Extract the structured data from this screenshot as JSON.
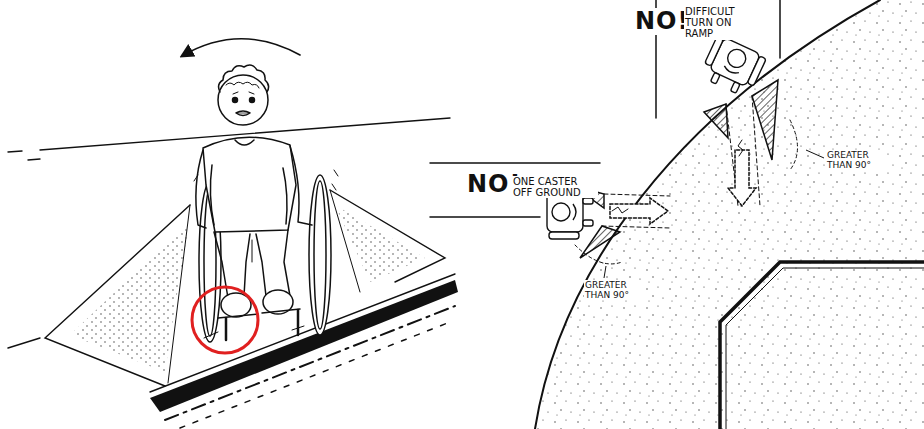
{
  "diagram": {
    "labels": [
      "NO!",
      "DIFFICULT TURN ON RAMP",
      "GREATER THAN 90°",
      "NO!",
      "ONE CASTER OFF GROUND",
      "GREATER THAN 90°"
    ]
  }
}
